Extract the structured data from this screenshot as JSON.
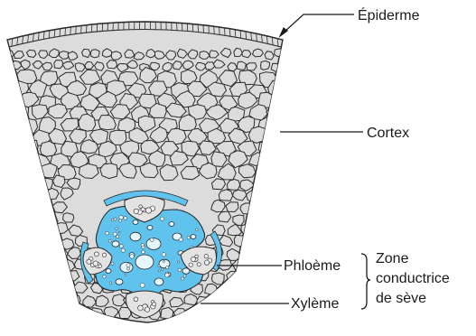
{
  "labels": {
    "epiderme": "Épiderme",
    "cortex": "Cortex",
    "phloeme": "Phloème",
    "xyleme": "Xylème",
    "zone_line1": "Zone",
    "zone_line2": "conductrice",
    "zone_line3": "de sève"
  },
  "colors": {
    "tissue_fill": "#dcdcdc",
    "cell_outline": "#2b2b2b",
    "conductive_blue": "#5fc3ee",
    "conductive_light": "#e6f6fd",
    "leader_line": "#1a1a1a"
  }
}
